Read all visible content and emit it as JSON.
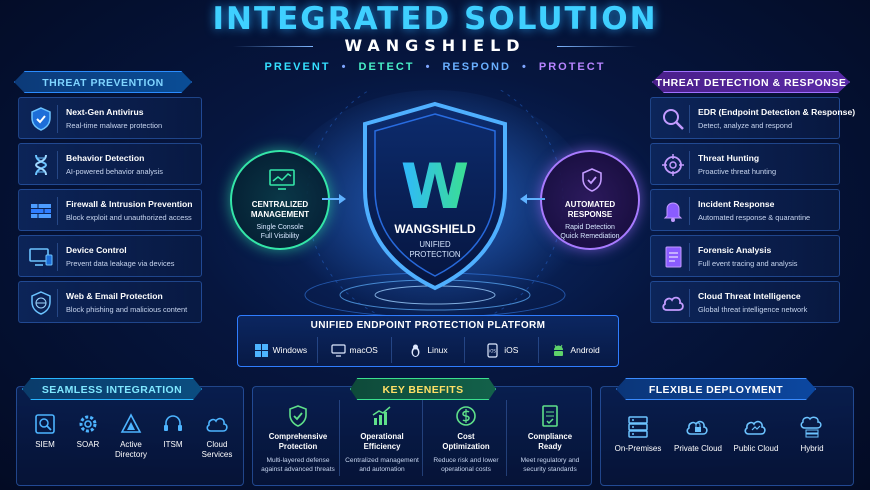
{
  "header": {
    "title": "INTEGRATED SOLUTION",
    "subtitle": "WANGSHIELD",
    "tagline": [
      "PREVENT",
      "DETECT",
      "RESPOND",
      "PROTECT"
    ],
    "tagline_sep": "•"
  },
  "threat_prevention": {
    "title": "THREAT PREVENTION",
    "items": [
      {
        "icon": "shield-check-icon",
        "title": "Next-Gen Antivirus",
        "desc": "Real-time malware protection"
      },
      {
        "icon": "dna-icon",
        "title": "Behavior Detection",
        "desc": "AI-powered behavior analysis"
      },
      {
        "icon": "firewall-icon",
        "title": "Firewall & Intrusion Prevention",
        "desc": "Block exploit and unauthorized access"
      },
      {
        "icon": "device-icon",
        "title": "Device Control",
        "desc": "Prevent data leakage via devices"
      },
      {
        "icon": "web-shield-icon",
        "title": "Web & Email Protection",
        "desc": "Block phishing and malicious content"
      }
    ]
  },
  "threat_detection": {
    "title": "THREAT DETECTION & RESPONSE",
    "items": [
      {
        "icon": "magnifier-icon",
        "title": "EDR (Endpoint Detection & Response)",
        "desc": "Detect, analyze and respond"
      },
      {
        "icon": "crosshair-icon",
        "title": "Threat Hunting",
        "desc": "Proactive threat hunting"
      },
      {
        "icon": "bell-icon",
        "title": "Incident Response",
        "desc": "Automated response & quarantine"
      },
      {
        "icon": "document-icon",
        "title": "Forensic Analysis",
        "desc": "Full event tracing and analysis"
      },
      {
        "icon": "cloud-icon",
        "title": "Cloud Threat Intelligence",
        "desc": "Global threat intelligence network"
      }
    ]
  },
  "center": {
    "logo_letter": "W",
    "brand": "WANGSHIELD",
    "brand_sub_1": "UNIFIED",
    "brand_sub_2": "PROTECTION",
    "left_circle": {
      "title_1": "CENTRALIZED",
      "title_2": "MANAGEMENT",
      "desc_1": "Single Console",
      "desc_2": "Full Visibility"
    },
    "right_circle": {
      "title_1": "AUTOMATED",
      "title_2": "RESPONSE",
      "desc_1": "Rapid Detection",
      "desc_2": "Quick Remediation"
    }
  },
  "platform": {
    "title": "UNIFIED ENDPOINT PROTECTION PLATFORM",
    "os": [
      "Windows",
      "macOS",
      "Linux",
      "iOS",
      "Android"
    ],
    "ios_badge": "iOS"
  },
  "integration": {
    "title": "SEAMLESS INTEGRATION",
    "items": [
      {
        "label_1": "SIEM",
        "label_2": ""
      },
      {
        "label_1": "SOAR",
        "label_2": ""
      },
      {
        "label_1": "Active",
        "label_2": "Directory"
      },
      {
        "label_1": "ITSM",
        "label_2": ""
      },
      {
        "label_1": "Cloud",
        "label_2": "Services"
      }
    ]
  },
  "benefits": {
    "title": "KEY BENEFITS",
    "items": [
      {
        "title_1": "Comprehensive",
        "title_2": "Protection",
        "desc_1": "Multi-layered defense",
        "desc_2": "against advanced threats"
      },
      {
        "title_1": "Operational",
        "title_2": "Efficiency",
        "desc_1": "Centralized management",
        "desc_2": "and automation"
      },
      {
        "title_1": "Cost",
        "title_2": "Optimization",
        "desc_1": "Reduce risk and lower",
        "desc_2": "operational costs"
      },
      {
        "title_1": "Compliance",
        "title_2": "Ready",
        "desc_1": "Meet regulatory and",
        "desc_2": "security standards"
      }
    ]
  },
  "deployment": {
    "title": "FLEXIBLE DEPLOYMENT",
    "items": [
      "On-Premises",
      "Private Cloud",
      "Public Cloud",
      "Hybrid"
    ]
  },
  "colors": {
    "accent_blue": "#3fd0ff",
    "accent_green": "#34e6a8",
    "accent_purple": "#a87bff",
    "accent_yellow": "#ffe066"
  }
}
